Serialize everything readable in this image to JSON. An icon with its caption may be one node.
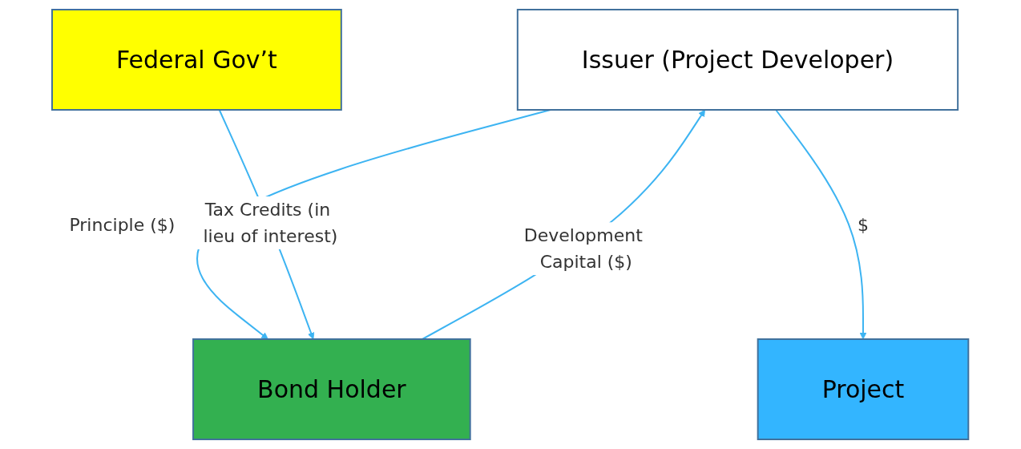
{
  "diagram": {
    "nodes": [
      {
        "text": [
          "Issuer (Project Developer)"
        ]
      },
      {
        "text": [
          "Bond Holder"
        ]
      },
      {
        "text": [
          "Project"
        ]
      },
      {
        "text": [
          "Federal Gov’t"
        ]
      }
    ],
    "edges": [
      {
        "from": 0,
        "to": 1,
        "arrow": "to",
        "label": "Principle ($)"
      },
      {
        "from": 1,
        "to": 0,
        "arrow": "to",
        "label": "Development Capital ($)"
      },
      {
        "from": 0,
        "to": 2,
        "arrow": "to",
        "label": "$"
      },
      {
        "from": 3,
        "to": 1,
        "arrow": "to",
        "label": "Tax Credits (in lieu of interest)"
      }
    ]
  }
}
